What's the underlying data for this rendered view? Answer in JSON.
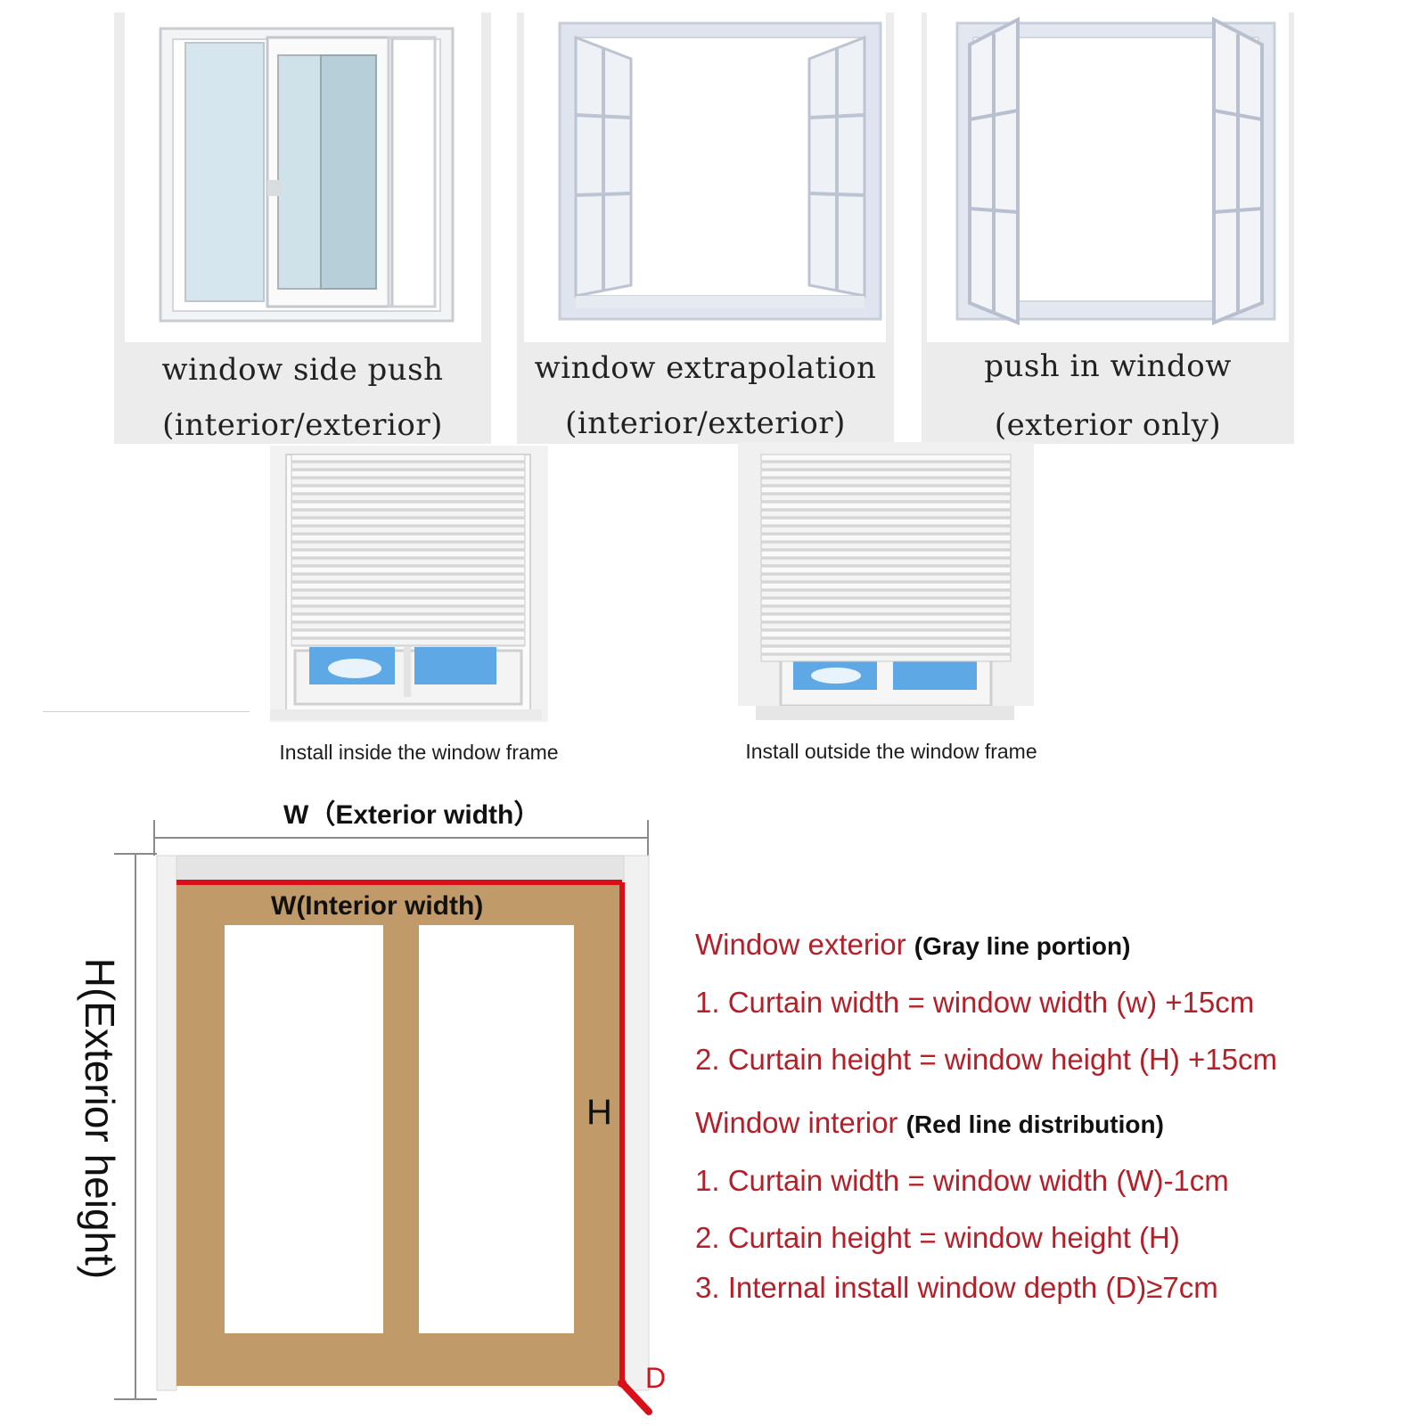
{
  "window_types": [
    {
      "line1": "window side push",
      "line2": "(interior/exterior)"
    },
    {
      "line1": "window extrapolation",
      "line2": "(interior/exterior)"
    },
    {
      "line1": "push in window",
      "line2": "(exterior only)"
    }
  ],
  "install_options": [
    {
      "label": "Install inside the window frame"
    },
    {
      "label": "Install outside the window frame"
    }
  ],
  "diagram": {
    "exterior_width_label": "W（Exterior width）",
    "interior_width_label": "W(Interior width)",
    "interior_height_label": "H",
    "exterior_height_label": "H(Exterior height)",
    "depth_label": "D"
  },
  "legend": {
    "exterior_title": "Window exterior",
    "exterior_note": "(Gray line portion)",
    "exterior_rules": [
      "1. Curtain width = window width (w) +15cm",
      "2. Curtain height = window height (H) +15cm"
    ],
    "interior_title": "Window interior",
    "interior_note": "(Red line distribution)",
    "interior_rules": [
      "1. Curtain width = window width (W)-1cm",
      "2. Curtain height = window height (H)",
      "3. Internal install window depth (D)≥7cm"
    ]
  },
  "colors": {
    "red_line": "#d8101a",
    "gray_line": "#8a8a8a",
    "wood_frame": "#c09a68",
    "legend_text": "#b4202a",
    "sky": "#5fa8e6"
  }
}
